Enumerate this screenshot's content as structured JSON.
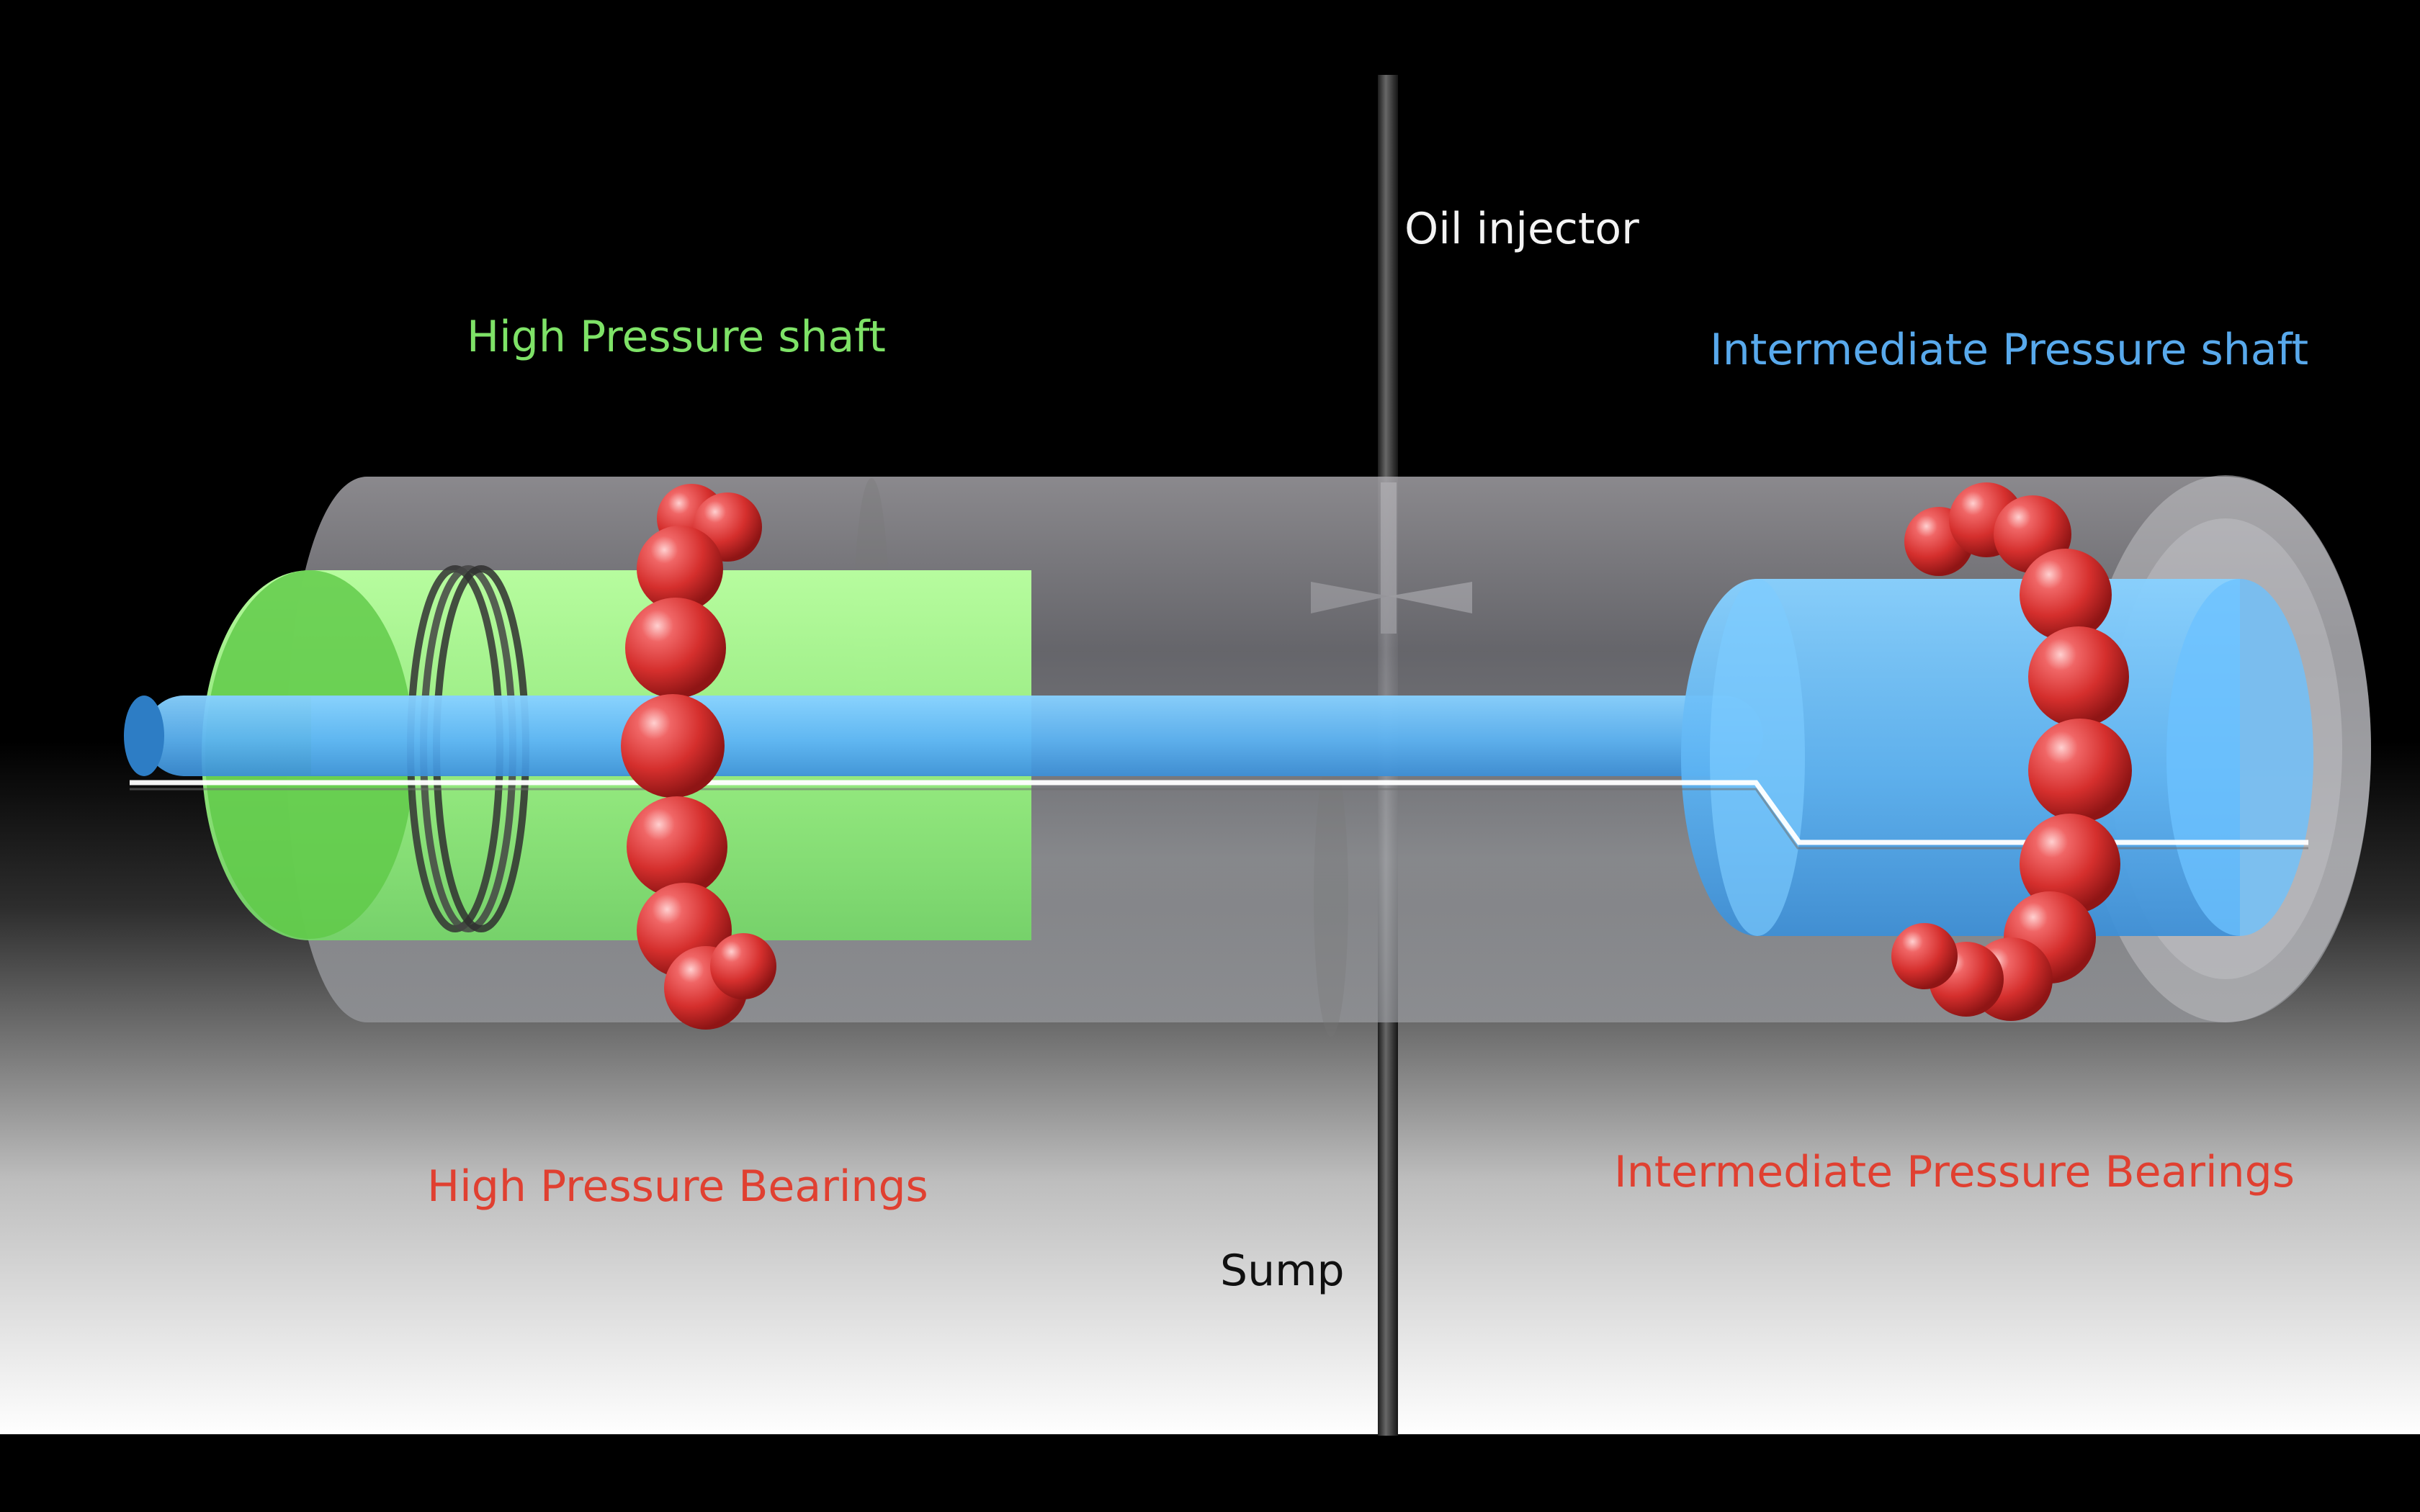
{
  "labels": {
    "oil_injector": "Oil injector",
    "high_pressure_shaft": "High Pressure shaft",
    "intermediate_pressure_shaft": "Intermediate Pressure shaft",
    "high_pressure_bearings": "High Pressure Bearings",
    "intermediate_pressure_bearings": "Intermediate Pressure Bearings",
    "sump": "Sump"
  },
  "colors": {
    "background_top": "#000000",
    "background_bottom": "#ffffff",
    "housing": "#d8d8dd",
    "high_pressure_shaft": "#92f27d",
    "intermediate_pressure_shaft": "#59aef0",
    "bearings": "#df3c35",
    "label_red": "#e04031",
    "label_green": "#7ee267",
    "label_blue": "#58a9ec"
  }
}
